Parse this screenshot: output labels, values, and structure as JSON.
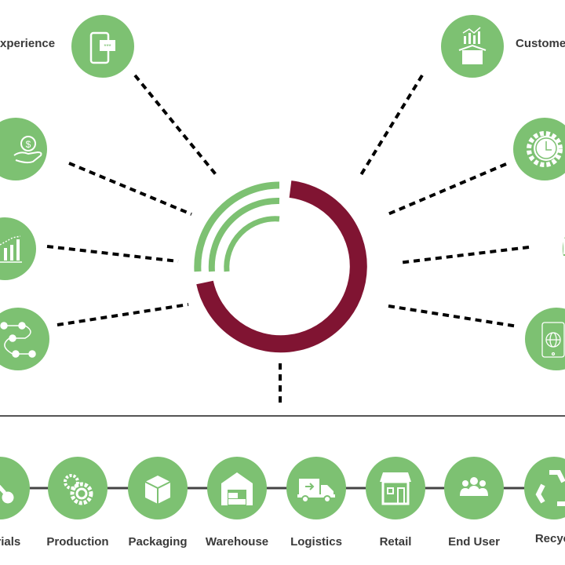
{
  "colors": {
    "green": "#7dc172",
    "maroon": "#801432",
    "dash": "#000000",
    "line": "#555555"
  },
  "top_labels": {
    "left": "xperience",
    "right": "Custome"
  },
  "side_icons": {
    "left": [
      "phone-rating-icon",
      "hand-money-icon",
      "growth-chart-icon",
      "process-flow-icon"
    ],
    "right": [
      "customer-insight-icon",
      "gear-clock-icon",
      "truck-icon",
      "phone-globe-icon"
    ]
  },
  "stages": [
    {
      "label": "aterials",
      "icon": "tools-icon"
    },
    {
      "label": "Production",
      "icon": "gears-icon"
    },
    {
      "label": "Packaging",
      "icon": "box-icon"
    },
    {
      "label": "Warehouse",
      "icon": "warehouse-icon"
    },
    {
      "label": "Logistics",
      "icon": "truck-icon"
    },
    {
      "label": "Retail",
      "icon": "store-icon"
    },
    {
      "label": "End User",
      "icon": "users-icon"
    },
    {
      "label": "Recycl",
      "icon": "recycle-icon"
    }
  ]
}
